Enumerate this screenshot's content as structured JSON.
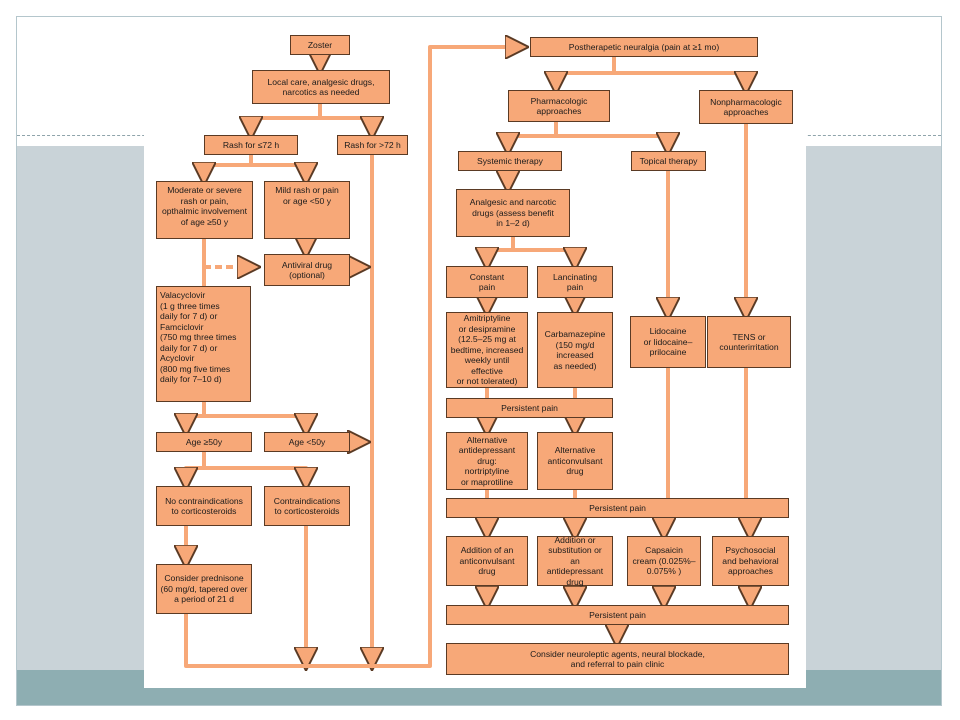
{
  "flowchart": {
    "zoster": "Zoster",
    "local_care": "Local care, analgesic drugs,\nnarcotics as needed",
    "rash_le72": "Rash for ≤72 h",
    "rash_gt72": "Rash for >72 h",
    "moderate_severe": "Moderate or severe\nrash or pain,\nopthalmic involvement\nof age ≥50 y",
    "mild_rash": "Mild rash or pain\nor age <50 y",
    "antiviral": "Antiviral drug\n(optional)",
    "antiviral_regimens": "Valacyclovir\n  (1 g three times\n  daily for 7 d) or\nFamciclovir\n  (750 mg three times\n  daily for 7 d) or\nAcyclovir\n  (800 mg five times\n  daily for 7–10 d)",
    "age_ge50": "Age ≥50y",
    "age_lt50": "Age <50y",
    "no_contra": "No contraindications\nto corticosteroids",
    "contra": "Contraindications\nto corticosteroids",
    "prednisone": "Consider prednisone\n(60 mg/d, tapered over\na period of 21 d",
    "phn": "Postherapetic neuralgia (pain at ≥1 mo)",
    "pharmacologic": "Pharmacologic\napproaches",
    "nonpharmacologic": "Nonpharmacologic\napproaches",
    "systemic": "Systemic therapy",
    "topical": "Topical therapy",
    "analgesic_narcotic": "Analgesic and narcotic\ndrugs (assess benefit\nin 1–2 d)",
    "constant_pain": "Constant\npain",
    "lancinating_pain": "Lancinating\npain",
    "amitriptyline": "Amitriptyline\nor desipramine\n(12.5–25 mg at\nbedtime, increased\nweekly until effective\nor not tolerated)",
    "carbamazepine": "Carbamazepine\n(150 mg/d\nincreased\nas needed)",
    "lidocaine": "Lidocaine\nor lidocaine–\nprilocaine",
    "tens": "TENS or\ncounterirritation",
    "persistent_pain_1": "Persistent pain",
    "alt_antidepressant": "Alternative\nantidepressant drug:\nnortriptyline\nor maprotiline",
    "alt_anticonvulsant": "Alternative\nanticonvulsant\ndrug",
    "persistent_pain_2": "Persistent pain",
    "addition_anticonvulsant": "Addition of an\nanticonvulsant\ndrug",
    "addition_antidepressant": "Addition or\nsubstitution or\nan antidepressant\ndrug",
    "capsaicin": "Capsaicin\ncream (0.025%–\n0.075%  )",
    "psychosocial": "Psychosocial\nand behavioral\napproaches",
    "persistent_pain_3": "Persistent pain",
    "neuroleptic": "Consider neuroleptic agents, neural blockade,\nand referral to pain clinic"
  },
  "colors": {
    "box_fill": "#f7a878",
    "box_border": "#5a3a24",
    "connector": "#f7a878",
    "band": "#c9d3d8",
    "bottom_band": "#8eaeb2"
  }
}
